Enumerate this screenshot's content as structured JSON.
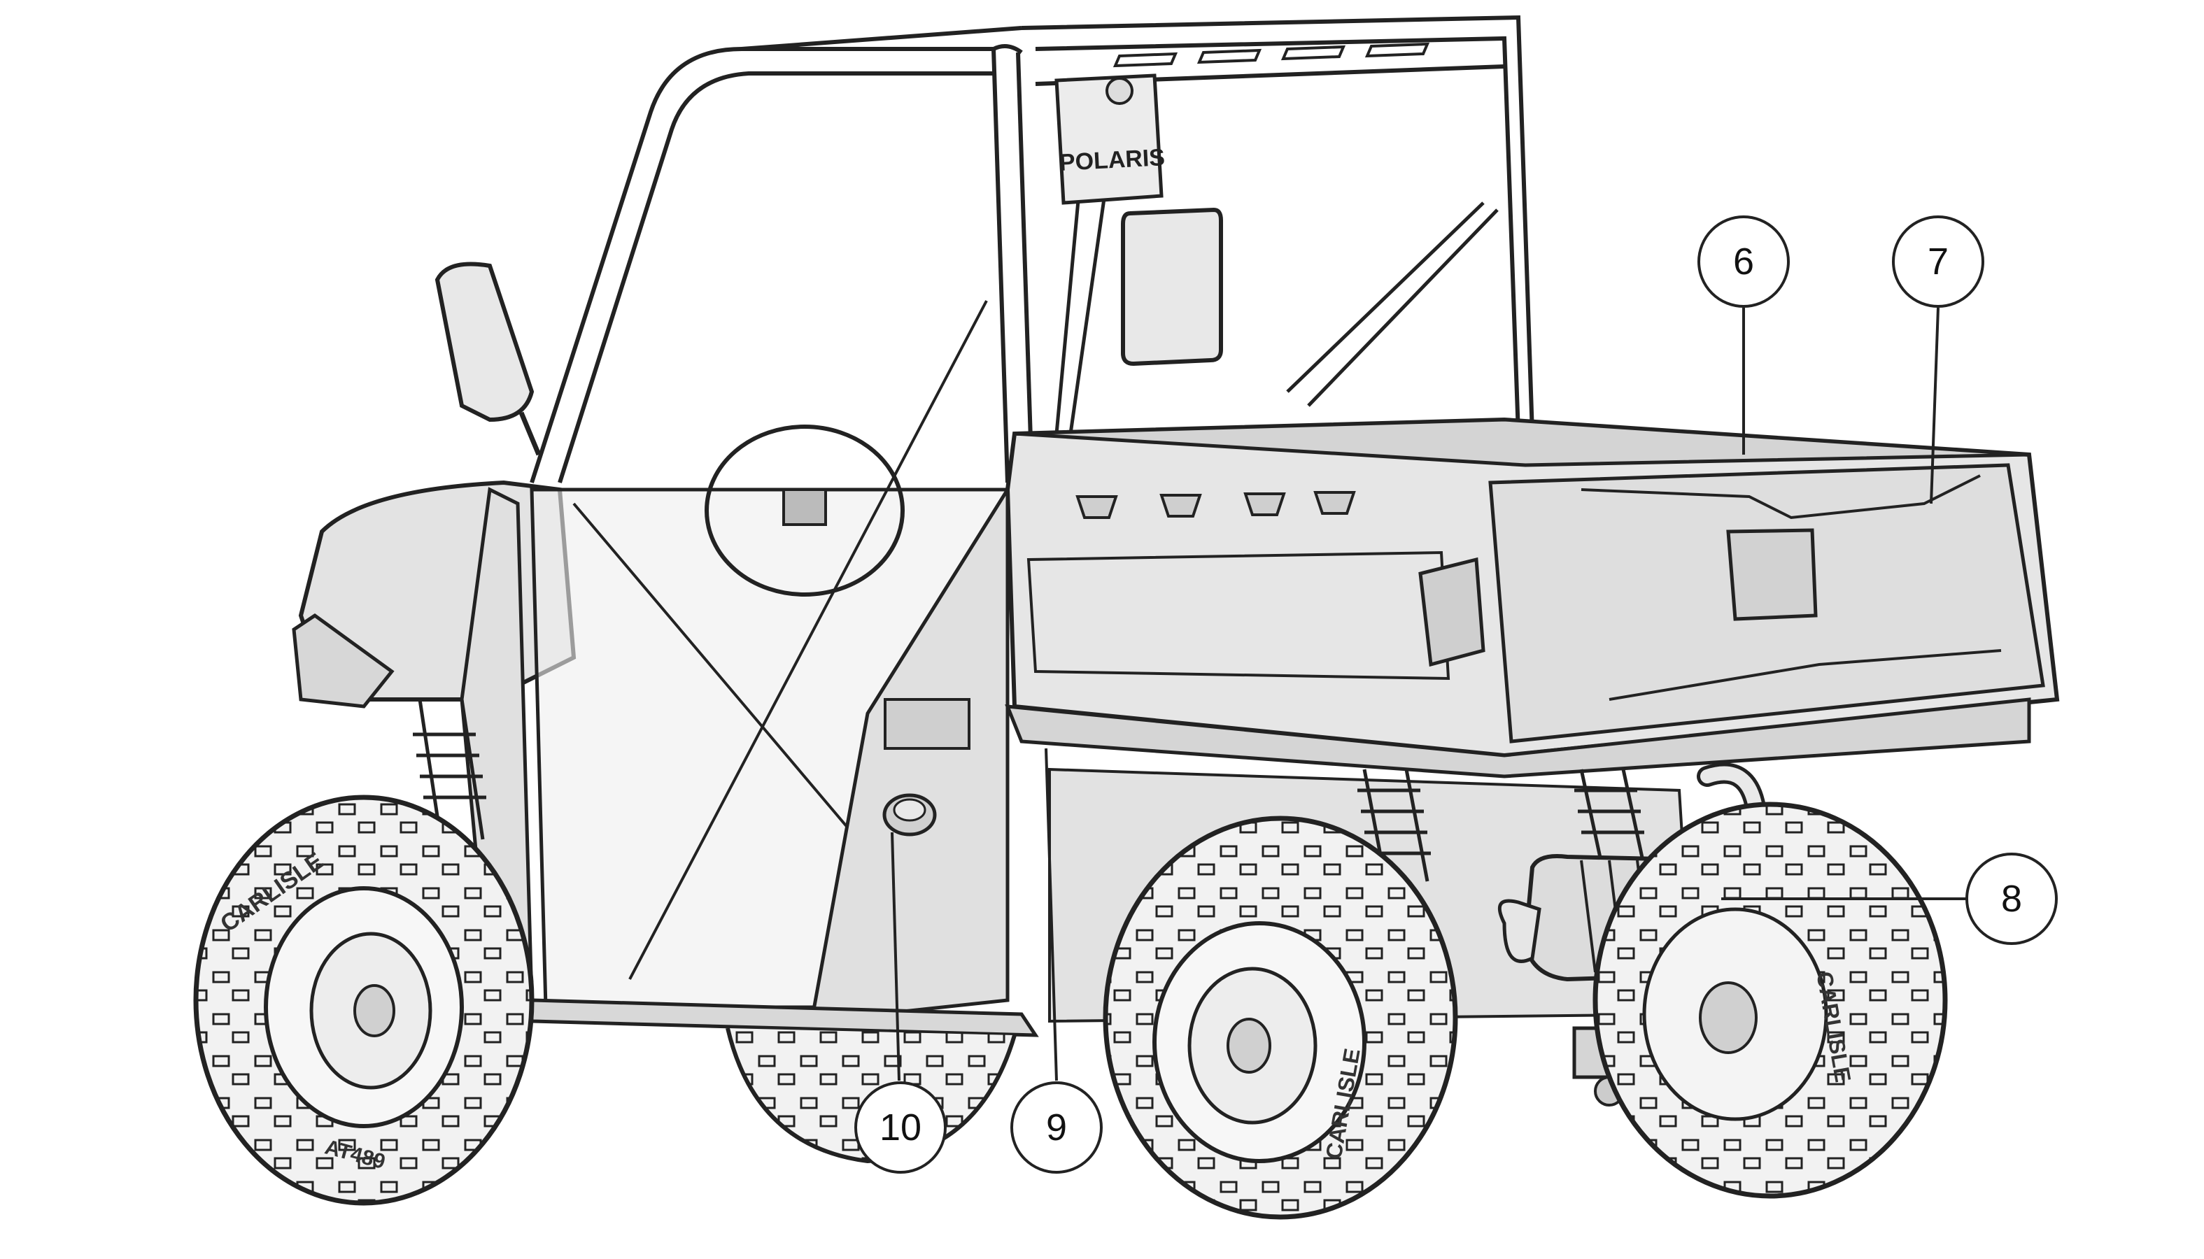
{
  "illustration": {
    "subject": "utility-vehicle-rear-left-view",
    "logo_text": "POLARIS",
    "tire_brand": "CARLISLE",
    "tire_model": "AT489",
    "colors": {
      "line": "#222222",
      "body_fill": "#e6e6e6",
      "shade": "#cfcfcf",
      "background": "#ffffff"
    }
  },
  "callouts": [
    {
      "id": "callout-6",
      "label": "6"
    },
    {
      "id": "callout-7",
      "label": "7"
    },
    {
      "id": "callout-8",
      "label": "8"
    },
    {
      "id": "callout-9",
      "label": "9"
    },
    {
      "id": "callout-10",
      "label": "10"
    }
  ]
}
